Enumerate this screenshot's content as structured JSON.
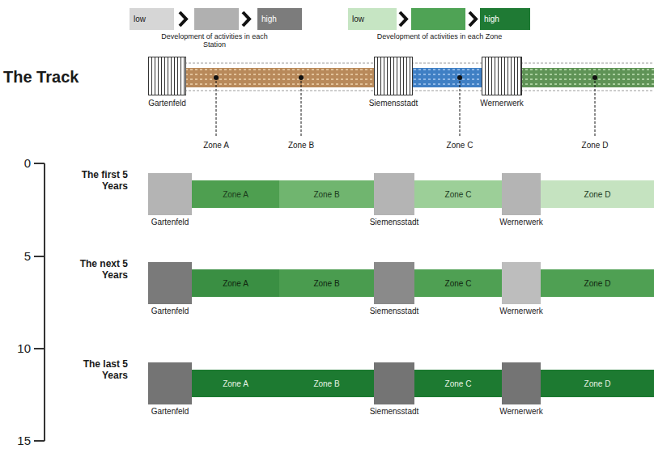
{
  "diagram": {
    "nodes": [
      {
        "text": [
          "Gartenfeld"
        ]
      },
      {
        "text": [
          "Siemensstadt"
        ]
      },
      {
        "text": [
          "Wernerwerk"
        ]
      },
      {
        "text": [
          "Gartenfeld"
        ]
      },
      {
        "text": [
          "Zone A"
        ]
      },
      {
        "text": [
          "Zone B"
        ]
      },
      {
        "text": [
          "Siemensstadt"
        ]
      },
      {
        "text": [
          "Zone C"
        ]
      },
      {
        "text": [
          "Wernerwerk"
        ]
      },
      {
        "text": [
          "Zone D"
        ]
      },
      {
        "text": [
          "Gartenfeld"
        ]
      },
      {
        "text": [
          "Zone A"
        ]
      },
      {
        "text": [
          "Zone B"
        ]
      },
      {
        "text": [
          "Siemensstadt"
        ]
      },
      {
        "text": [
          "Zone C"
        ]
      },
      {
        "text": [
          "Wernerwerk"
        ]
      },
      {
        "text": [
          "Zone D"
        ]
      },
      {
        "text": [
          "Gartenfeld"
        ]
      },
      {
        "text": [
          "Zone A"
        ]
      },
      {
        "text": [
          "Zone B"
        ]
      },
      {
        "text": [
          "Siemensstadt"
        ]
      },
      {
        "text": [
          "Zone C"
        ]
      },
      {
        "text": [
          "Wernerwerk"
        ]
      },
      {
        "text": [
          "Zone D"
        ]
      }
    ],
    "labels": [
      "Development of activities in each Station",
      "Development of activities in each Zone",
      "The Track",
      "Zone A",
      "Zone B",
      "Zone C",
      "Zone D",
      "0",
      "The first 5 Years",
      "5",
      "The next 5 Years",
      "10",
      "The last 5 Years",
      "15"
    ],
    "legend": [
      {
        "text": "low",
        "color": "#d6d6d6"
      },
      {
        "text": "high",
        "color": "#7c7c7c"
      },
      {
        "text": "low",
        "color": "#c6e5c3"
      },
      {
        "text": "high",
        "color": "#1f7a34"
      }
    ]
  }
}
